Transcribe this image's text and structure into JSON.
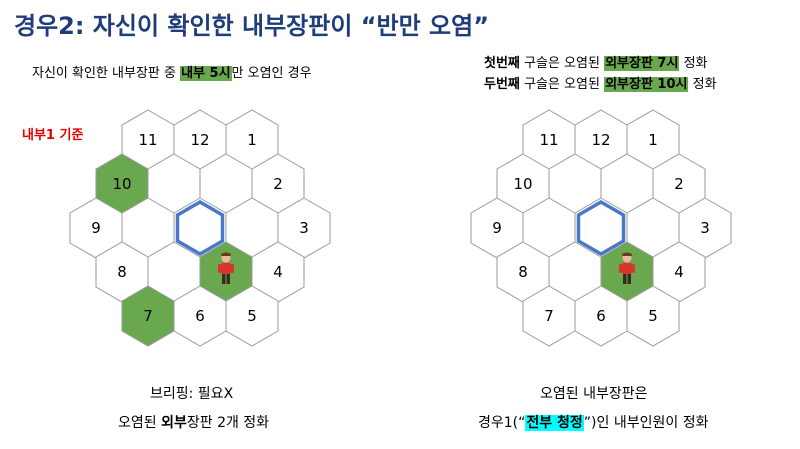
{
  "title": "경우2: 자신이 확인한 내부장판이 “반만 오염”",
  "left": {
    "subtitle_pre": "자신이 확인한 내부장판 중 ",
    "subtitle_hl": "내부 5시",
    "subtitle_post": "만 오염인 경우",
    "reference_label": "내부1 기준",
    "caption1": "브리핑: 필요X",
    "caption2_pre": "오염된 ",
    "caption2_bold": "외부",
    "caption2_post": "장판 2개 정화"
  },
  "right": {
    "line1_bold": "첫번째",
    "line1_mid": " 구슬은 오염된 ",
    "line1_hl": "외부장판 7시",
    "line1_post": " 정화",
    "line2_bold": "두번째",
    "line2_mid": " 구슬은 오염된 ",
    "line2_hl": "외부장판 10시",
    "line2_post": " 정화",
    "caption1": "오염된 내부장판은",
    "caption2_pre": "경우1(“",
    "caption2_hl": "전부 청정",
    "caption2_post": "”)인 내부인원이 정화"
  },
  "boards": [
    {
      "id": "left",
      "hexes": [
        {
          "label": "11",
          "row": 0,
          "col": -1,
          "green": false
        },
        {
          "label": "12",
          "row": 0,
          "col": 0,
          "green": false
        },
        {
          "label": "1",
          "row": 0,
          "col": 1,
          "green": false
        },
        {
          "label": "10",
          "row": 1,
          "col": -1.5,
          "green": true
        },
        {
          "label": "",
          "row": 1,
          "col": -0.5,
          "green": false
        },
        {
          "label": "",
          "row": 1,
          "col": 0.5,
          "green": false
        },
        {
          "label": "2",
          "row": 1,
          "col": 1.5,
          "green": false
        },
        {
          "label": "9",
          "row": 2,
          "col": -2,
          "green": false
        },
        {
          "label": "",
          "row": 2,
          "col": -1,
          "green": false
        },
        {
          "label": "",
          "row": 2,
          "col": 0,
          "green": false
        },
        {
          "label": "",
          "row": 2,
          "col": 1,
          "green": false
        },
        {
          "label": "3",
          "row": 2,
          "col": 2,
          "green": false
        },
        {
          "label": "8",
          "row": 3,
          "col": -1.5,
          "green": false
        },
        {
          "label": "",
          "row": 3,
          "col": -0.5,
          "green": false
        },
        {
          "label": "",
          "row": 3,
          "col": 0.5,
          "green": true,
          "person": true
        },
        {
          "label": "4",
          "row": 3,
          "col": 1.5,
          "green": false
        },
        {
          "label": "7",
          "row": 4,
          "col": -1,
          "green": true
        },
        {
          "label": "6",
          "row": 4,
          "col": 0,
          "green": false
        },
        {
          "label": "5",
          "row": 4,
          "col": 1,
          "green": false
        }
      ]
    },
    {
      "id": "right",
      "hexes": [
        {
          "label": "11",
          "row": 0,
          "col": -1,
          "green": false
        },
        {
          "label": "12",
          "row": 0,
          "col": 0,
          "green": false
        },
        {
          "label": "1",
          "row": 0,
          "col": 1,
          "green": false
        },
        {
          "label": "10",
          "row": 1,
          "col": -1.5,
          "green": false
        },
        {
          "label": "",
          "row": 1,
          "col": -0.5,
          "green": false
        },
        {
          "label": "",
          "row": 1,
          "col": 0.5,
          "green": false
        },
        {
          "label": "2",
          "row": 1,
          "col": 1.5,
          "green": false
        },
        {
          "label": "9",
          "row": 2,
          "col": -2,
          "green": false
        },
        {
          "label": "",
          "row": 2,
          "col": -1,
          "green": false
        },
        {
          "label": "",
          "row": 2,
          "col": 0,
          "green": false
        },
        {
          "label": "",
          "row": 2,
          "col": 1,
          "green": false
        },
        {
          "label": "3",
          "row": 2,
          "col": 2,
          "green": false
        },
        {
          "label": "8",
          "row": 3,
          "col": -1.5,
          "green": false
        },
        {
          "label": "",
          "row": 3,
          "col": -0.5,
          "green": false
        },
        {
          "label": "",
          "row": 3,
          "col": 0.5,
          "green": true,
          "person": true
        },
        {
          "label": "4",
          "row": 3,
          "col": 1.5,
          "green": false
        },
        {
          "label": "7",
          "row": 4,
          "col": -1,
          "green": false
        },
        {
          "label": "6",
          "row": 4,
          "col": 0,
          "green": false
        },
        {
          "label": "5",
          "row": 4,
          "col": 1,
          "green": false
        }
      ]
    }
  ],
  "colors": {
    "green": "#6aa84f",
    "cyan": "#00ffff",
    "title": "#1f3d7a",
    "center_outline": "#4a78c8",
    "red": "#e00000"
  }
}
